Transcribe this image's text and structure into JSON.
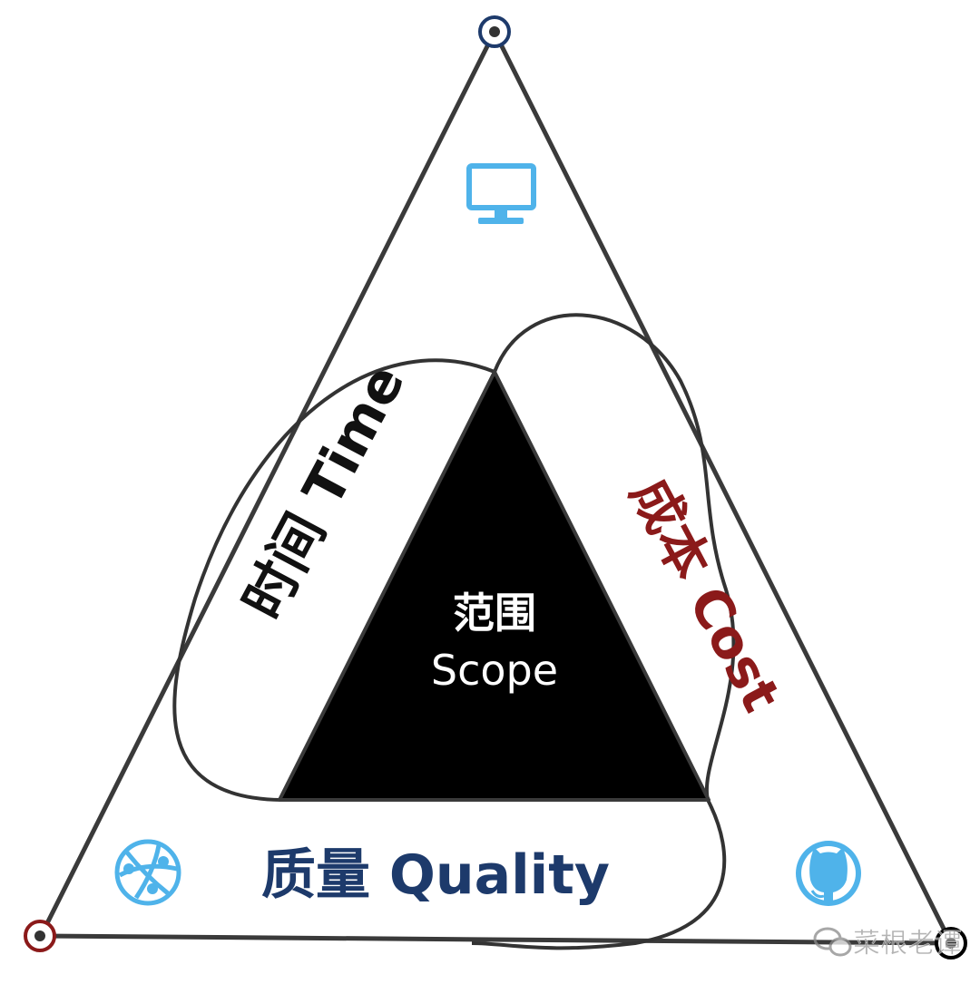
{
  "labels": {
    "scope_cn": "范围",
    "scope_en": "Scope",
    "time": "时间 Time",
    "cost": "成本 Cost",
    "quality": "质量 Quality"
  },
  "watermark": {
    "text": "菜根老谭"
  },
  "icons": {
    "top": "monitor-icon",
    "bottom_left": "globe-network-icon",
    "bottom_right": "github-octocat-icon",
    "watermark": "wechat-icon"
  },
  "colors": {
    "outline": "#333333",
    "scope_fill": "#000000",
    "time_text": "#111111",
    "cost_text": "#8b1a1a",
    "quality_text": "#1d3a6b",
    "icon_blue": "#4fb3ea",
    "node_top": "#1d3a6b",
    "node_left": "#8b1a1a",
    "node_right": "#000000"
  }
}
